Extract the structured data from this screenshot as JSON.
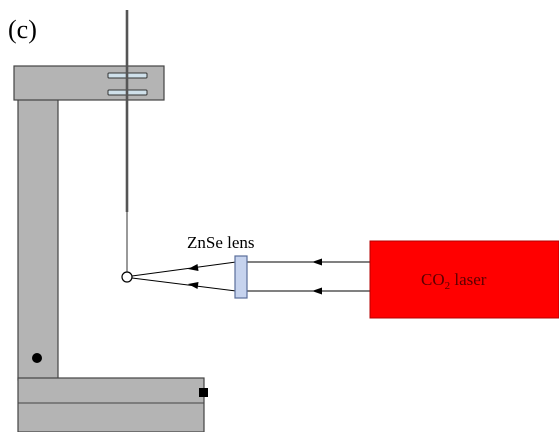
{
  "panel_label": "(c)",
  "lens_label": "ZnSe lens",
  "laser": {
    "label_main": "CO",
    "label_subscript": "2",
    "label_rest": " laser"
  },
  "colors": {
    "frame_fill": "#b4b4b4",
    "frame_stroke": "#444444",
    "laser_fill": "#ff0000",
    "laser_stroke": "#b40000",
    "lens_fill": "#c6d3ee",
    "lens_stroke": "#5a6e9a",
    "clamp_fill": "#cfe0ea",
    "beam": "#000000"
  }
}
